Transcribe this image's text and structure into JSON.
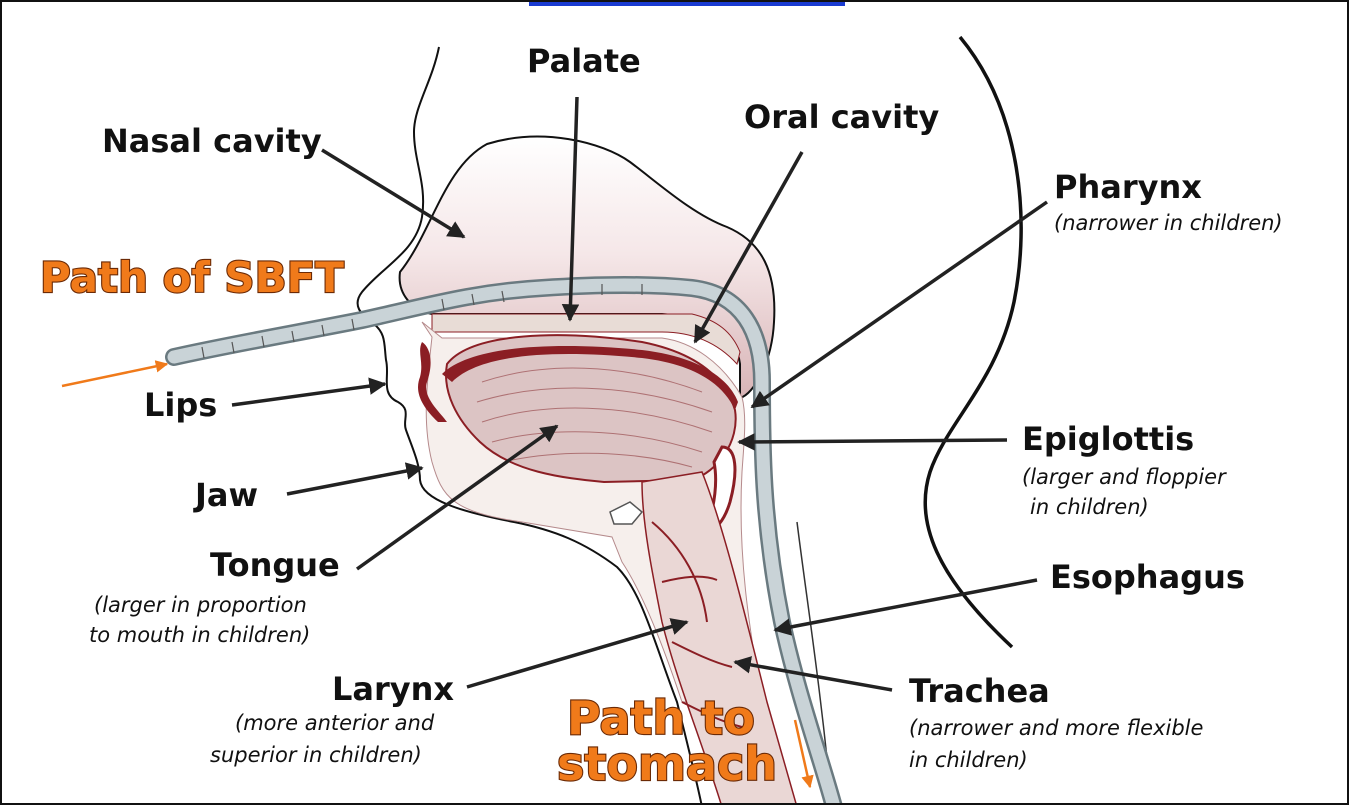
{
  "colors": {
    "accent_orange": "#f07a1a",
    "tissue": "#8b1e24",
    "arrow": "#222222",
    "tube": "#b9c6cc",
    "top_bar": "#1a3bd1"
  },
  "labels": {
    "nasal_cavity": "Nasal cavity",
    "palate": "Palate",
    "oral_cavity": "Oral cavity",
    "pharynx": "Pharynx",
    "pharynx_note": "(narrower in children)",
    "path_sbft": "Path of SBFT",
    "lips": "Lips",
    "jaw": "Jaw",
    "tongue": "Tongue",
    "tongue_note_1": "(larger in proportion",
    "tongue_note_2": "to mouth in children)",
    "epiglottis": "Epiglottis",
    "epiglottis_note_1": "(larger and floppier",
    "epiglottis_note_2": "in children)",
    "esophagus": "Esophagus",
    "larynx": "Larynx",
    "larynx_note_1": "(more anterior and",
    "larynx_note_2": "superior in children)",
    "path_stomach_1": "Path to",
    "path_stomach_2": "stomach",
    "trachea": "Trachea",
    "trachea_note_1": "(narrower and more flexible",
    "trachea_note_2": "in children)"
  }
}
